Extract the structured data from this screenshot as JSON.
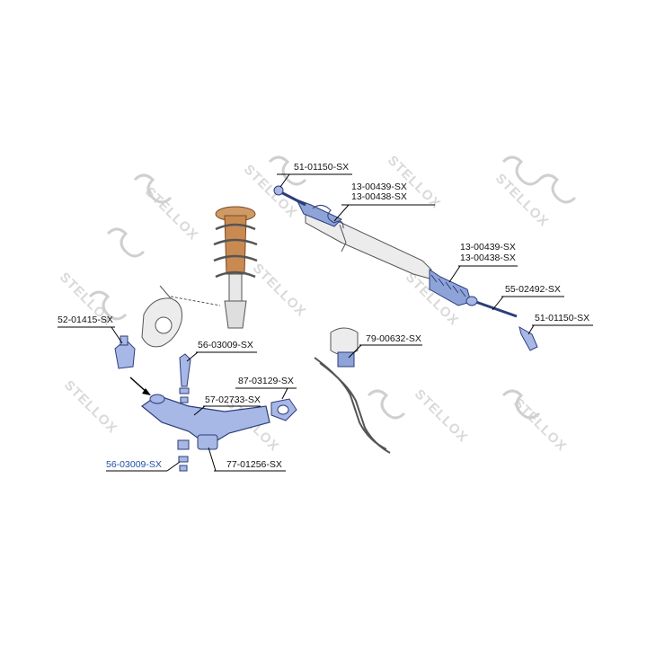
{
  "brand": {
    "watermark_text": "STELLOX",
    "logo_icon": "stellox-s-logo-icon"
  },
  "colors": {
    "part_fill": "#a7b7e6",
    "part_stroke": "#2c3e7a",
    "spring_fill": "#c98a52",
    "line": "#000000",
    "highlight_label": "#1f4fa8",
    "watermark": "#c9c9c9"
  },
  "labels": {
    "tie_rod_end_top": "51-01150-SX",
    "boot_top_a": "13-00439-SX",
    "boot_top_b": "13-00438-SX",
    "boot_mid_a": "13-00439-SX",
    "boot_mid_b": "13-00438-SX",
    "axial_joint": "55-02492-SX",
    "tie_rod_end_right": "51-01150-SX",
    "ball_joint": "52-01415-SX",
    "stabilizer_link_upper": "56-03009-SX",
    "stabilizer_bushing": "79-00632-SX",
    "arm_bushing_rear": "87-03129-SX",
    "control_arm": "57-02733-SX",
    "stabilizer_link_lower": "56-03009-SX",
    "arm_bushing_front": "77-01256-SX"
  }
}
